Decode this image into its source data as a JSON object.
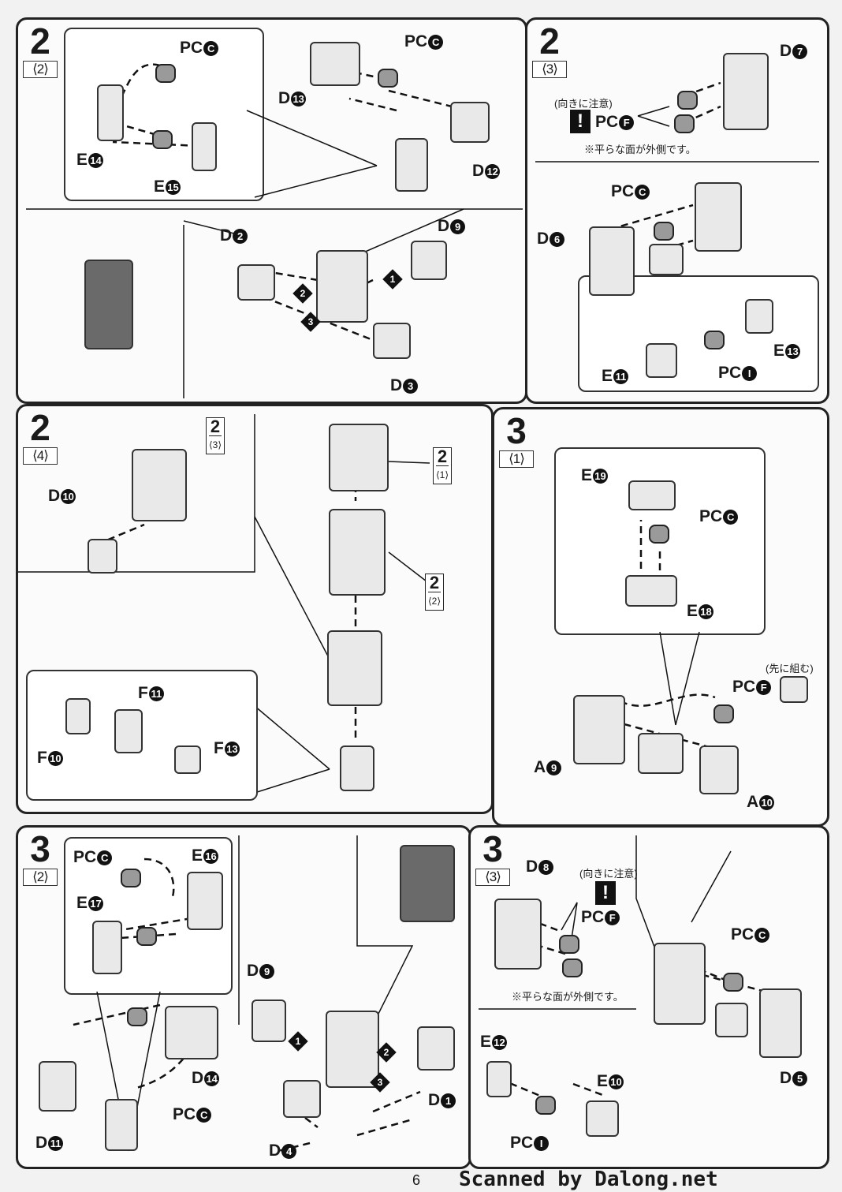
{
  "page_number": "6",
  "credit": "Scanned by Dalong.net",
  "panels": {
    "s2_2": {
      "step": "2",
      "sub": "⟨2⟩",
      "labels": {
        "pcc1": "PC",
        "pcc1_c": "C",
        "pcc2": "PC",
        "pcc2_c": "C",
        "d13": "D",
        "d13_n": "13",
        "e14": "E",
        "e14_n": "14",
        "e15": "E",
        "e15_n": "15",
        "d12": "D",
        "d12_n": "12",
        "d2": "D",
        "d2_n": "2",
        "d9": "D",
        "d9_n": "9",
        "d3": "D",
        "d3_n": "3"
      },
      "seq": [
        "1",
        "2",
        "3"
      ]
    },
    "s2_3": {
      "step": "2",
      "sub": "⟨3⟩",
      "note_ruby": "(向きに注意)",
      "pcf": "PC",
      "pcf_c": "F",
      "note_flat": "※平らな面が外側です。",
      "labels": {
        "d7": "D",
        "d7_n": "7",
        "pcc": "PC",
        "pcc_c": "C",
        "d6": "D",
        "d6_n": "6",
        "e13": "E",
        "e13_n": "13",
        "e11": "E",
        "e11_n": "11",
        "pci": "PC",
        "pci_c": "I"
      }
    },
    "s2_4": {
      "step": "2",
      "sub": "⟨4⟩",
      "labels": {
        "d10": "D",
        "d10_n": "10",
        "f11": "F",
        "f11_n": "11",
        "f10": "F",
        "f10_n": "10",
        "f13": "F",
        "f13_n": "13"
      },
      "refs": [
        {
          "num": "2",
          "sub": "⟨3⟩"
        },
        {
          "num": "2",
          "sub": "⟨1⟩"
        },
        {
          "num": "2",
          "sub": "⟨2⟩"
        }
      ]
    },
    "s3_1": {
      "step": "3",
      "sub": "⟨1⟩",
      "note_first": "(先に組む)",
      "labels": {
        "e19": "E",
        "e19_n": "19",
        "pcc": "PC",
        "pcc_c": "C",
        "e18": "E",
        "e18_n": "18",
        "pcf": "PC",
        "pcf_c": "F",
        "a9": "A",
        "a9_n": "9",
        "a10": "A",
        "a10_n": "10"
      }
    },
    "s3_2": {
      "step": "3",
      "sub": "⟨2⟩",
      "labels": {
        "pcc1": "PC",
        "pcc1_c": "C",
        "e16": "E",
        "e16_n": "16",
        "e17": "E",
        "e17_n": "17",
        "d9": "D",
        "d9_n": "9",
        "d14": "D",
        "d14_n": "14",
        "pcc2": "PC",
        "pcc2_c": "C",
        "d11": "D",
        "d11_n": "11",
        "d4": "D",
        "d4_n": "4",
        "d1": "D",
        "d1_n": "1"
      },
      "seq": [
        "1",
        "2",
        "3"
      ]
    },
    "s3_3": {
      "step": "3",
      "sub": "⟨3⟩",
      "note_ruby": "(向きに注意)",
      "pcf": "PC",
      "pcf_c": "F",
      "note_flat": "※平らな面が外側です。",
      "labels": {
        "d8": "D",
        "d8_n": "8",
        "pcc": "PC",
        "pcc_c": "C",
        "e12": "E",
        "e12_n": "12",
        "e10": "E",
        "e10_n": "10",
        "pci": "PC",
        "pci_c": "I",
        "d5": "D",
        "d5_n": "5"
      }
    }
  }
}
